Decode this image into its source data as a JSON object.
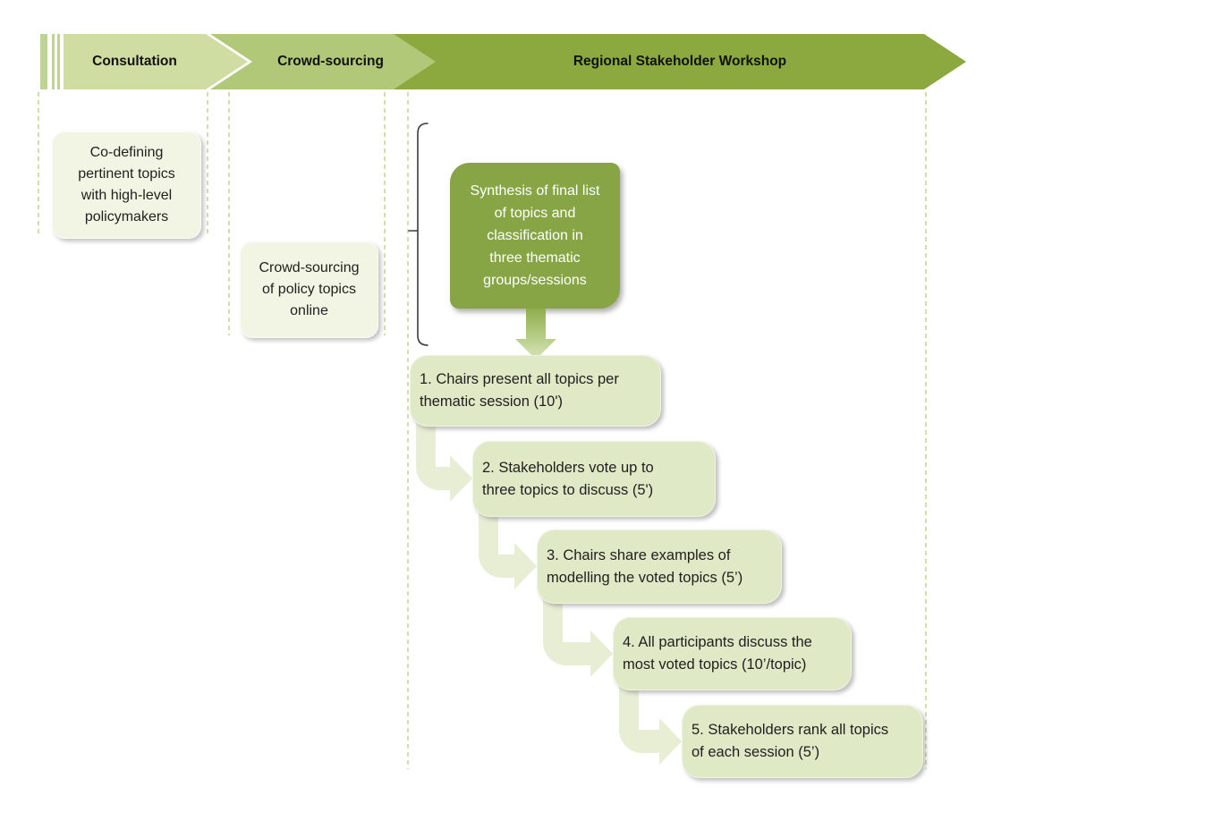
{
  "colors": {
    "phase1": "#cfdda2",
    "phase2": "#b0c877",
    "phase3": "#8ba93f",
    "stripe": "#bfd392",
    "synthesis": "#87a544",
    "step_fill": "#dfe9c5",
    "connector": "#e7eed4",
    "pale_box": "#f2f5e3",
    "dashed": "#d6ddad",
    "text_dark": "#1f1f1f"
  },
  "banner": {
    "phases": [
      {
        "label": "Consultation"
      },
      {
        "label": "Crowd-sourcing"
      },
      {
        "label": "Regional Stakeholder Workshop"
      }
    ]
  },
  "consultation": {
    "box": "Co-defining\npertinent topics\nwith high-level\npolicymakers"
  },
  "crowdsourcing": {
    "box": "Crowd-sourcing\nof policy topics\nonline"
  },
  "workshop": {
    "synthesis": "Synthesis of final list\nof topics and\nclassification in\nthree thematic\ngroups/sessions",
    "steps": [
      {
        "text": "1. Chairs present all topics per\nthematic session (10')"
      },
      {
        "text": "2. Stakeholders vote up to\nthree topics to discuss (5')"
      },
      {
        "text": "3. Chairs share examples of\nmodelling the voted topics (5’)"
      },
      {
        "text": "4. All participants discuss the\nmost voted topics (10’/topic)"
      },
      {
        "text": "5. Stakeholders rank all topics\nof each session (5’)"
      }
    ]
  }
}
